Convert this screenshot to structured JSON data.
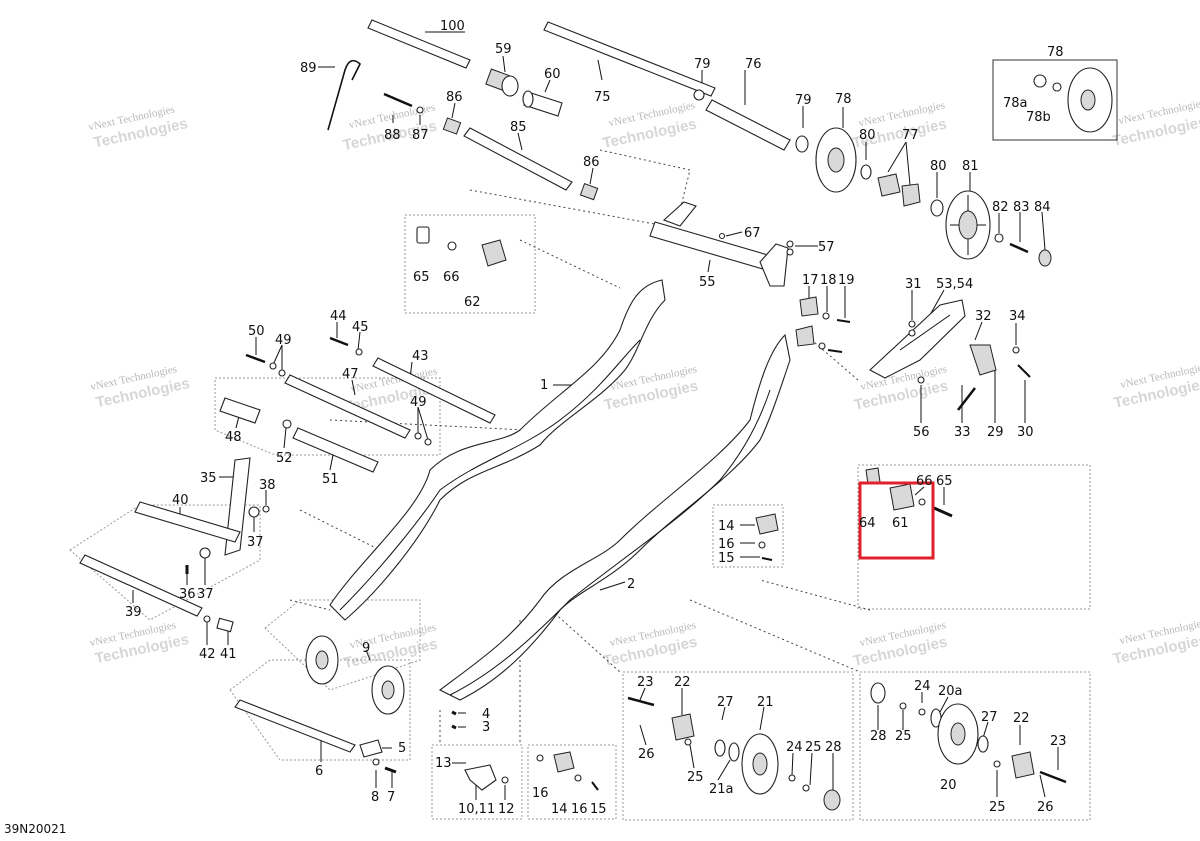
{
  "diagram_code": "39N20021",
  "watermark_text": "vNext Technologies",
  "watermark_text_stacked": [
    "vNext",
    "Technologies"
  ],
  "highlight_color": "#e0202a",
  "callouts": [
    {
      "id": "c100",
      "text": "100"
    },
    {
      "id": "c59",
      "text": "59"
    },
    {
      "id": "c89",
      "text": "89"
    },
    {
      "id": "c60",
      "text": "60"
    },
    {
      "id": "c75",
      "text": "75"
    },
    {
      "id": "c79a",
      "text": "79"
    },
    {
      "id": "c76",
      "text": "76"
    },
    {
      "id": "c78top",
      "text": "78"
    },
    {
      "id": "c78a",
      "text": "78a"
    },
    {
      "id": "c78b",
      "text": "78b"
    },
    {
      "id": "c86a",
      "text": "86"
    },
    {
      "id": "c88",
      "text": "88"
    },
    {
      "id": "c87",
      "text": "87"
    },
    {
      "id": "c85",
      "text": "85"
    },
    {
      "id": "c79b",
      "text": "79"
    },
    {
      "id": "c78",
      "text": "78"
    },
    {
      "id": "c80a",
      "text": "80"
    },
    {
      "id": "c77",
      "text": "77"
    },
    {
      "id": "c86b",
      "text": "86"
    },
    {
      "id": "c80b",
      "text": "80"
    },
    {
      "id": "c81",
      "text": "81"
    },
    {
      "id": "c82",
      "text": "82"
    },
    {
      "id": "c83",
      "text": "83"
    },
    {
      "id": "c84",
      "text": "84"
    },
    {
      "id": "c67",
      "text": "67"
    },
    {
      "id": "c57",
      "text": "57"
    },
    {
      "id": "c55",
      "text": "55"
    },
    {
      "id": "c65a",
      "text": "65"
    },
    {
      "id": "c66a",
      "text": "66"
    },
    {
      "id": "c62",
      "text": "62"
    },
    {
      "id": "c17",
      "text": "17"
    },
    {
      "id": "c18",
      "text": "18"
    },
    {
      "id": "c19",
      "text": "19"
    },
    {
      "id": "c31",
      "text": "31"
    },
    {
      "id": "c5354",
      "text": "53,54"
    },
    {
      "id": "c32",
      "text": "32"
    },
    {
      "id": "c34",
      "text": "34"
    },
    {
      "id": "c44",
      "text": "44"
    },
    {
      "id": "c45",
      "text": "45"
    },
    {
      "id": "c50",
      "text": "50"
    },
    {
      "id": "c49a",
      "text": "49"
    },
    {
      "id": "c43",
      "text": "43"
    },
    {
      "id": "c47",
      "text": "47"
    },
    {
      "id": "c1",
      "text": "1"
    },
    {
      "id": "c49b",
      "text": "49"
    },
    {
      "id": "c48",
      "text": "48"
    },
    {
      "id": "c52",
      "text": "52"
    },
    {
      "id": "c51",
      "text": "51"
    },
    {
      "id": "c56",
      "text": "56"
    },
    {
      "id": "c33",
      "text": "33"
    },
    {
      "id": "c29",
      "text": "29"
    },
    {
      "id": "c30",
      "text": "30"
    },
    {
      "id": "c35",
      "text": "35"
    },
    {
      "id": "c38",
      "text": "38"
    },
    {
      "id": "c40",
      "text": "40"
    },
    {
      "id": "c37a",
      "text": "37"
    },
    {
      "id": "c36",
      "text": "36"
    },
    {
      "id": "c37b",
      "text": "37"
    },
    {
      "id": "c39",
      "text": "39"
    },
    {
      "id": "c42",
      "text": "42"
    },
    {
      "id": "c41",
      "text": "41"
    },
    {
      "id": "c66b",
      "text": "66"
    },
    {
      "id": "c65b",
      "text": "65"
    },
    {
      "id": "c64",
      "text": "64"
    },
    {
      "id": "c61",
      "text": "61"
    },
    {
      "id": "c14a",
      "text": "14"
    },
    {
      "id": "c16a",
      "text": "16"
    },
    {
      "id": "c15a",
      "text": "15"
    },
    {
      "id": "c2",
      "text": "2"
    },
    {
      "id": "c9",
      "text": "9"
    },
    {
      "id": "c4",
      "text": "4"
    },
    {
      "id": "c3",
      "text": "3"
    },
    {
      "id": "c5",
      "text": "5"
    },
    {
      "id": "c6",
      "text": "6"
    },
    {
      "id": "c8",
      "text": "8"
    },
    {
      "id": "c7",
      "text": "7"
    },
    {
      "id": "c13",
      "text": "13"
    },
    {
      "id": "c1011",
      "text": "10,11"
    },
    {
      "id": "c12",
      "text": "12"
    },
    {
      "id": "c16b",
      "text": "16"
    },
    {
      "id": "c14b",
      "text": "14"
    },
    {
      "id": "c16c",
      "text": "16"
    },
    {
      "id": "c15b",
      "text": "15"
    },
    {
      "id": "c23a",
      "text": "23"
    },
    {
      "id": "c22a",
      "text": "22"
    },
    {
      "id": "c27a",
      "text": "27"
    },
    {
      "id": "c21",
      "text": "21"
    },
    {
      "id": "c26a",
      "text": "26"
    },
    {
      "id": "c25a",
      "text": "25"
    },
    {
      "id": "c21a",
      "text": "21a"
    },
    {
      "id": "c24a",
      "text": "24"
    },
    {
      "id": "c25b",
      "text": "25"
    },
    {
      "id": "c28a",
      "text": "28"
    },
    {
      "id": "c24b",
      "text": "24"
    },
    {
      "id": "c20a",
      "text": "20a"
    },
    {
      "id": "c27b",
      "text": "27"
    },
    {
      "id": "c22b",
      "text": "22"
    },
    {
      "id": "c28b",
      "text": "28"
    },
    {
      "id": "c25c",
      "text": "25"
    },
    {
      "id": "c20",
      "text": "20"
    },
    {
      "id": "c23b",
      "text": "23"
    },
    {
      "id": "c25d",
      "text": "25"
    },
    {
      "id": "c26b",
      "text": "26"
    }
  ]
}
